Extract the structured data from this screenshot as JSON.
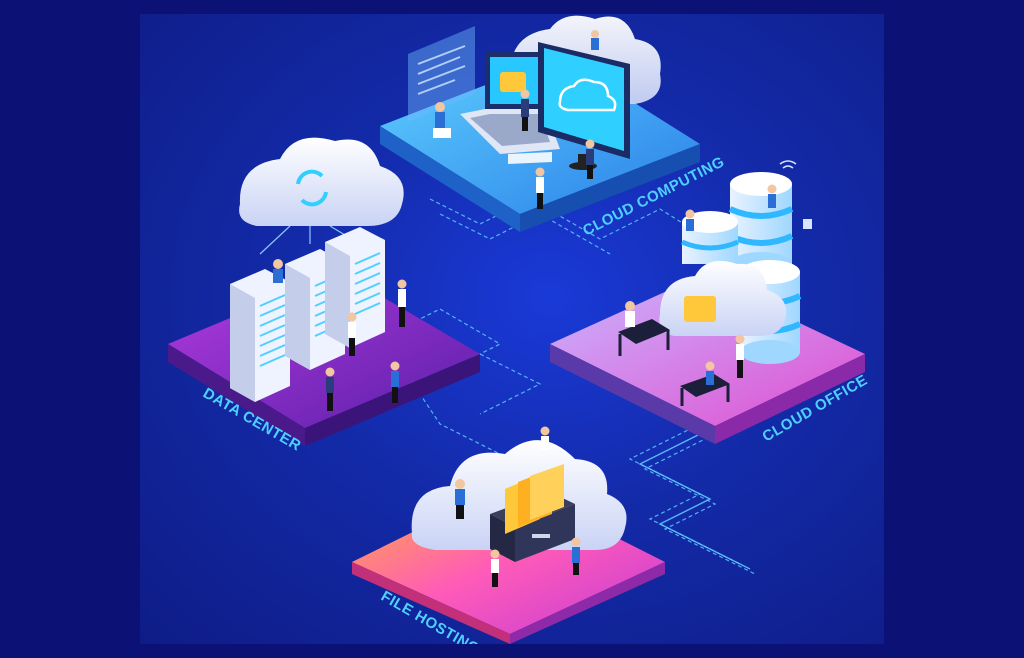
{
  "platforms": {
    "cloud_computing": {
      "label": "CLOUD COMPUTING"
    },
    "data_center": {
      "label": "DATA CENTER"
    },
    "cloud_office": {
      "label": "CLOUD OFFICE"
    },
    "file_hosting": {
      "label": "FILE HOSTING"
    }
  },
  "colors": {
    "background": "#0c1275",
    "canvas": "#1530b8",
    "accent_cyan": "#4fd0ff",
    "data_center_floor": "#8b2fc9",
    "file_hosting_floor": "#f36bd0",
    "cloud_office_floor": "#a58bf0",
    "cloud_computing_floor": "#3db3f5",
    "folder_yellow": "#ffc83a"
  },
  "icons": [
    "cloud-sync-icon",
    "server-rack-icon",
    "database-stack-icon",
    "folder-icon",
    "monitor-icon",
    "laptop-icon",
    "person-icon",
    "lock-icon",
    "wifi-icon"
  ]
}
